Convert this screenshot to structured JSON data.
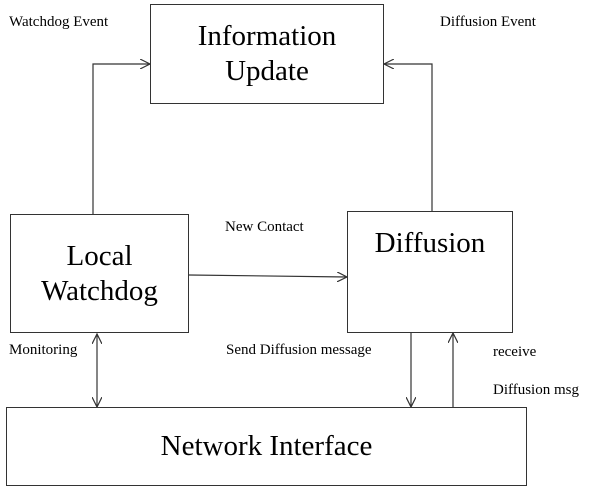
{
  "boxes": {
    "info_update": {
      "line1": "Information",
      "line2": "Update"
    },
    "local_watchdog": {
      "line1": "Local",
      "line2": "Watchdog"
    },
    "diffusion": {
      "line1": "Diffusion"
    },
    "network_interface": {
      "line1": "Network Interface"
    }
  },
  "edge_labels": {
    "watchdog_event": "Watchdog Event",
    "diffusion_event": "Diffusion Event",
    "new_contact": "New Contact",
    "monitoring": "Monitoring",
    "send_diffusion_message": "Send Diffusion message",
    "receive": "receive",
    "diffusion_msg": "Diffusion msg"
  },
  "colors": {
    "stroke": "#333333",
    "text": "#000000",
    "background": "#ffffff"
  }
}
